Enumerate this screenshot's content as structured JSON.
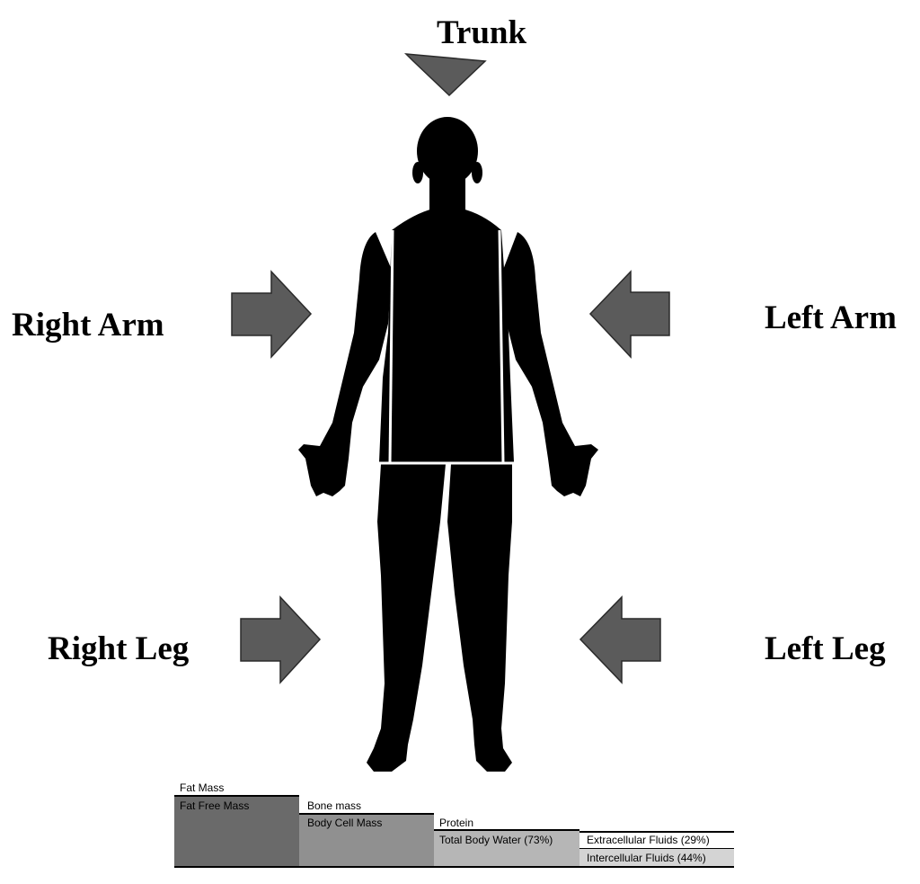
{
  "regions": {
    "trunk": "Trunk",
    "right_arm": "Right Arm",
    "left_arm": "Left Arm",
    "right_leg": "Right Leg",
    "left_leg": "Left Leg"
  },
  "composition": {
    "fat_mass": "Fat Mass",
    "fat_free_mass": "Fat Free Mass",
    "bone_mass": "Bone mass",
    "body_cell_mass": "Body Cell Mass",
    "protein": "Protein",
    "total_body_water": "Total Body Water (73%)",
    "extracellular_fluids": "Extracellular Fluids (29%)",
    "intercellular_fluids": "Intercellular Fluids (44%)"
  },
  "colors": {
    "arrow_fill": "#5b5b5b",
    "silhouette": "#000000",
    "segment_lines": "#ffffff",
    "fat_free_block": "#6a6a6a",
    "body_cell_block": "#909090",
    "water_block": "#b6b6b6",
    "fluids_block": "#d4d4d4"
  }
}
